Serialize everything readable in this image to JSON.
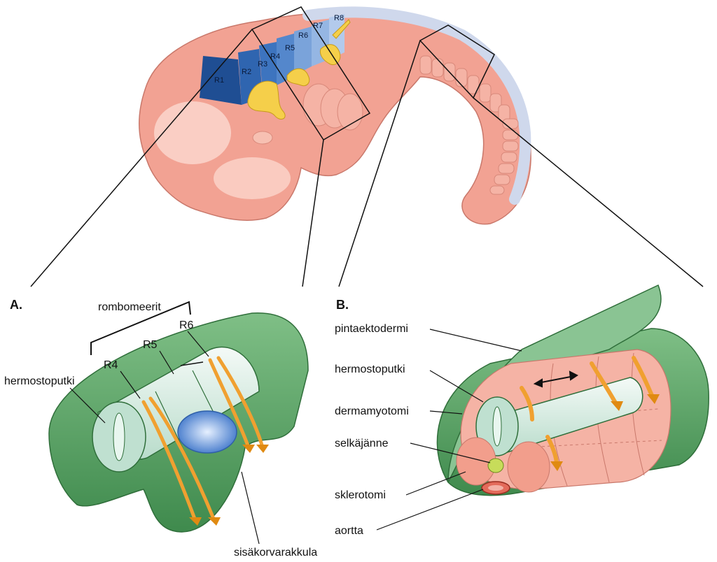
{
  "rhombomere_labels": [
    "R1",
    "R2",
    "R3",
    "R4",
    "R5",
    "R6",
    "R7",
    "R8"
  ],
  "panel_a": {
    "letter": "A.",
    "group_label": "rombomeerit",
    "rhombomeres": [
      "R4",
      "R5",
      "R6"
    ],
    "neural_tube": "hermostoputki",
    "otic_vesicle": "sisäkorvarakkula"
  },
  "panel_b": {
    "letter": "B.",
    "labels": {
      "surface_ectoderm": "pintaektodermi",
      "neural_tube": "hermostoputki",
      "dermamyotome": "dermamyotomi",
      "notochord": "selkäjänne",
      "sclerotome": "sklerotomi",
      "aorta": "aortta"
    }
  },
  "colors": {
    "embryo": "#f2a293",
    "embryo_light": "#fbd6cc",
    "rhombomere_dark": "#1f4e93",
    "rhombomere_light": "#a9c2e8",
    "neural_crest": "#f5cf4a",
    "ectoderm_green": "#5a9e63",
    "neural_tube_teal": "#cfe7dc",
    "arrow_orange": "#f0a030",
    "otic_blue": "#5b8fd6"
  }
}
